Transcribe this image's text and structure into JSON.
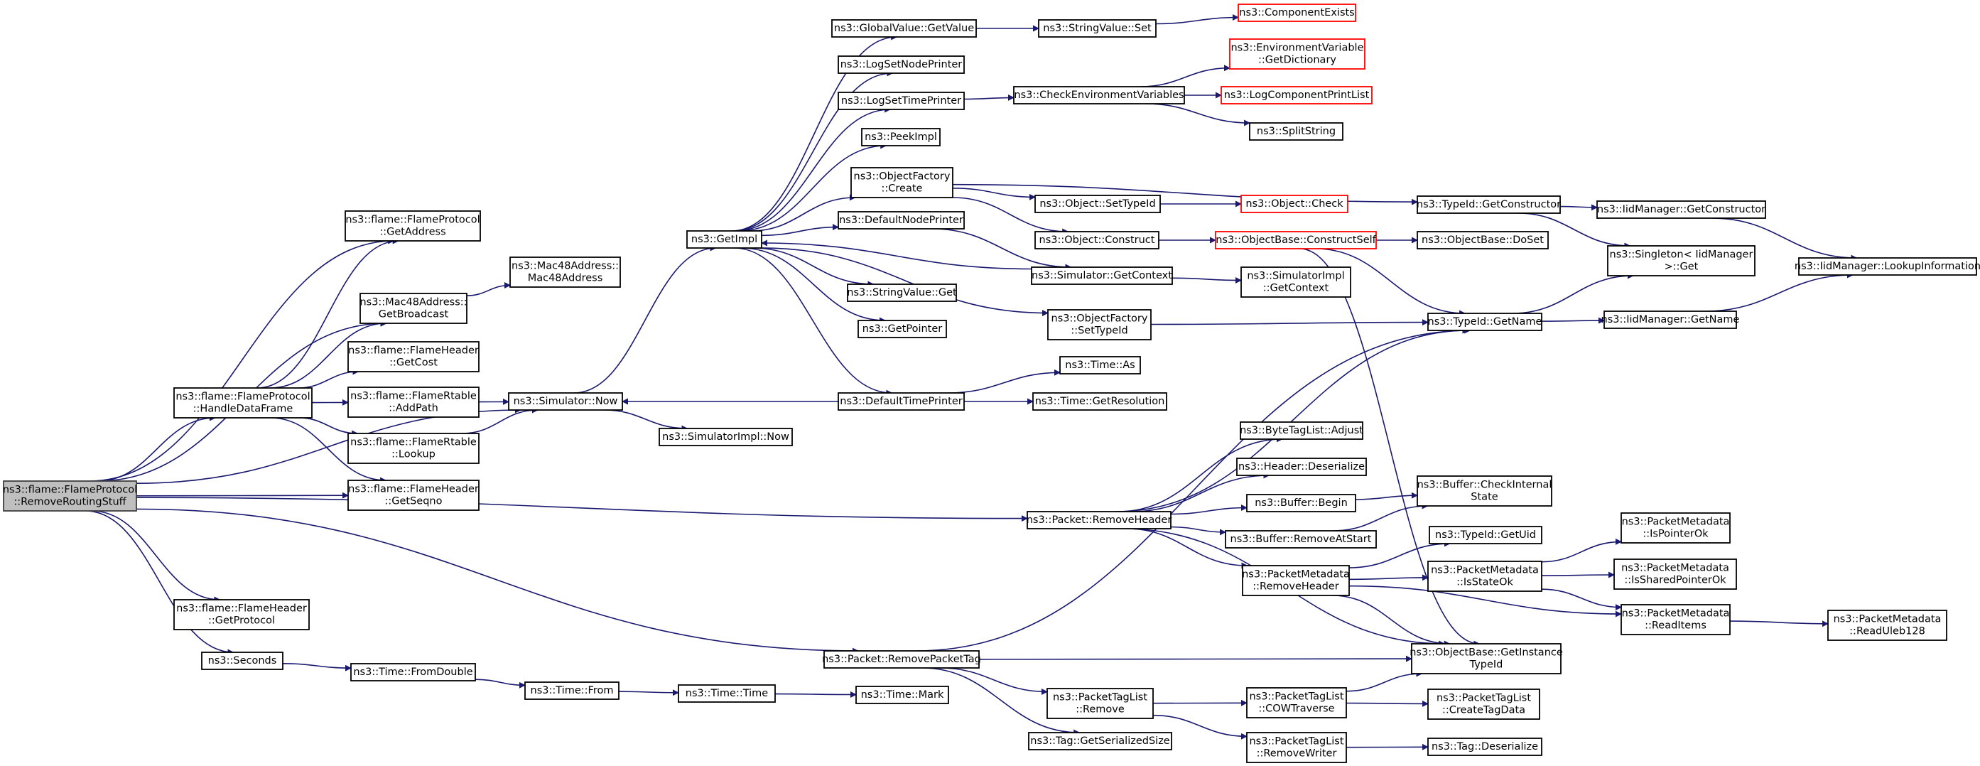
{
  "diagram": {
    "type": "call-graph",
    "nodes": [
      {
        "id": "root",
        "label": "ns3::flame::FlameProtocol\n::RemoveRoutingStuff",
        "style": "root"
      },
      {
        "id": "getAddress",
        "label": "ns3::flame::FlameProtocol\n::GetAddress"
      },
      {
        "id": "getBroadcast",
        "label": "ns3::Mac48Address::\nGetBroadcast"
      },
      {
        "id": "mac48Address",
        "label": "ns3::Mac48Address::\nMac48Address"
      },
      {
        "id": "handleDataFrame",
        "label": "ns3::flame::FlameProtocol\n::HandleDataFrame"
      },
      {
        "id": "getCost",
        "label": "ns3::flame::FlameHeader\n::GetCost"
      },
      {
        "id": "addPath",
        "label": "ns3::flame::FlameRtable\n::AddPath"
      },
      {
        "id": "lookup",
        "label": "ns3::flame::FlameRtable\n::Lookup"
      },
      {
        "id": "getSeqno",
        "label": "ns3::flame::FlameHeader\n::GetSeqno"
      },
      {
        "id": "getProtocol",
        "label": "ns3::flame::FlameHeader\n::GetProtocol"
      },
      {
        "id": "seconds",
        "label": "ns3::Seconds"
      },
      {
        "id": "fromDouble",
        "label": "ns3::Time::FromDouble"
      },
      {
        "id": "timeFrom",
        "label": "ns3::Time::From"
      },
      {
        "id": "timeTime",
        "label": "ns3::Time::Time"
      },
      {
        "id": "timeMark",
        "label": "ns3::Time::Mark"
      },
      {
        "id": "simNow",
        "label": "ns3::Simulator::Now"
      },
      {
        "id": "simImplNow",
        "label": "ns3::SimulatorImpl::Now"
      },
      {
        "id": "getImpl",
        "label": "ns3::GetImpl"
      },
      {
        "id": "gvGetValue",
        "label": "ns3::GlobalValue::GetValue"
      },
      {
        "id": "svSet",
        "label": "ns3::StringValue::Set"
      },
      {
        "id": "logSetNodePrinter",
        "label": "ns3::LogSetNodePrinter"
      },
      {
        "id": "logSetTimePrinter",
        "label": "ns3::LogSetTimePrinter"
      },
      {
        "id": "checkEnv",
        "label": "ns3::CheckEnvironmentVariables"
      },
      {
        "id": "componentExists",
        "label": "ns3::ComponentExists",
        "style": "red"
      },
      {
        "id": "envGetDict",
        "label": "ns3::EnvironmentVariable\n::GetDictionary",
        "style": "red"
      },
      {
        "id": "logCompPrintList",
        "label": "ns3::LogComponentPrintList",
        "style": "red"
      },
      {
        "id": "splitString",
        "label": "ns3::SplitString"
      },
      {
        "id": "peekImpl",
        "label": "ns3::PeekImpl"
      },
      {
        "id": "ofCreate",
        "label": "ns3::ObjectFactory\n::Create"
      },
      {
        "id": "defaultNodePrinter",
        "label": "ns3::DefaultNodePrinter"
      },
      {
        "id": "svGet",
        "label": "ns3::StringValue::Get"
      },
      {
        "id": "getPointer",
        "label": "ns3::GetPointer"
      },
      {
        "id": "defaultTimePrinter",
        "label": "ns3::DefaultTimePrinter"
      },
      {
        "id": "objSetTypeId",
        "label": "ns3::Object::SetTypeId"
      },
      {
        "id": "objCheck",
        "label": "ns3::Object::Check",
        "style": "red"
      },
      {
        "id": "objConstruct",
        "label": "ns3::Object::Construct"
      },
      {
        "id": "constructSelf",
        "label": "ns3::ObjectBase::ConstructSelf",
        "style": "red"
      },
      {
        "id": "doSet",
        "label": "ns3::ObjectBase::DoSet"
      },
      {
        "id": "simGetContext",
        "label": "ns3::Simulator::GetContext"
      },
      {
        "id": "simImplGetContext",
        "label": "ns3::SimulatorImpl\n::GetContext"
      },
      {
        "id": "ofSetTypeId",
        "label": "ns3::ObjectFactory\n::SetTypeId"
      },
      {
        "id": "timeAs",
        "label": "ns3::Time::As"
      },
      {
        "id": "getResolution",
        "label": "ns3::Time::GetResolution"
      },
      {
        "id": "tidGetConstructor",
        "label": "ns3::TypeId::GetConstructor"
      },
      {
        "id": "iidGetConstructor",
        "label": "ns3::IidManager::GetConstructor"
      },
      {
        "id": "singletonGet",
        "label": "ns3::Singleton< IidManager\n>::Get"
      },
      {
        "id": "lookupInfo",
        "label": "ns3::IidManager::LookupInformation"
      },
      {
        "id": "tidGetName",
        "label": "ns3::TypeId::GetName"
      },
      {
        "id": "iidGetName",
        "label": "ns3::IidManager::GetName"
      },
      {
        "id": "removeHeader",
        "label": "ns3::Packet::RemoveHeader"
      },
      {
        "id": "btlAdjust",
        "label": "ns3::ByteTagList::Adjust"
      },
      {
        "id": "hdrDeserialize",
        "label": "ns3::Header::Deserialize"
      },
      {
        "id": "bufBegin",
        "label": "ns3::Buffer::Begin"
      },
      {
        "id": "bufCheckInternal",
        "label": "ns3::Buffer::CheckInternal\nState"
      },
      {
        "id": "bufRemoveAtStart",
        "label": "ns3::Buffer::RemoveAtStart"
      },
      {
        "id": "tidGetUid",
        "label": "ns3::TypeId::GetUid"
      },
      {
        "id": "pmRemoveHeader",
        "label": "ns3::PacketMetadata\n::RemoveHeader"
      },
      {
        "id": "pmIsStateOk",
        "label": "ns3::PacketMetadata\n::IsStateOk"
      },
      {
        "id": "pmIsPointerOk",
        "label": "ns3::PacketMetadata\n::IsPointerOk"
      },
      {
        "id": "pmIsSharedPointerOk",
        "label": "ns3::PacketMetadata\n::IsSharedPointerOk"
      },
      {
        "id": "pmReadItems",
        "label": "ns3::PacketMetadata\n::ReadItems"
      },
      {
        "id": "pmReadUleb",
        "label": "ns3::PacketMetadata\n::ReadUleb128"
      },
      {
        "id": "getInstanceTypeId",
        "label": "ns3::ObjectBase::GetInstance\nTypeId"
      },
      {
        "id": "removePacketTag",
        "label": "ns3::Packet::RemovePacketTag"
      },
      {
        "id": "ptlRemove",
        "label": "ns3::PacketTagList\n::Remove"
      },
      {
        "id": "tagGetSerSize",
        "label": "ns3::Tag::GetSerializedSize"
      },
      {
        "id": "ptlCOWTraverse",
        "label": "ns3::PacketTagList\n::COWTraverse"
      },
      {
        "id": "ptlCreateTagData",
        "label": "ns3::PacketTagList\n::CreateTagData"
      },
      {
        "id": "ptlRemoveWriter",
        "label": "ns3::PacketTagList\n::RemoveWriter"
      },
      {
        "id": "tagDeserialize",
        "label": "ns3::Tag::Deserialize"
      }
    ],
    "edges": [
      [
        "root",
        "getAddress"
      ],
      [
        "root",
        "getBroadcast"
      ],
      [
        "root",
        "handleDataFrame"
      ],
      [
        "root",
        "simNow"
      ],
      [
        "root",
        "getSeqno"
      ],
      [
        "root",
        "removeHeader"
      ],
      [
        "root",
        "removePacketTag"
      ],
      [
        "root",
        "getProtocol"
      ],
      [
        "root",
        "seconds"
      ],
      [
        "handleDataFrame",
        "getAddress"
      ],
      [
        "handleDataFrame",
        "getBroadcast"
      ],
      [
        "handleDataFrame",
        "getCost"
      ],
      [
        "handleDataFrame",
        "addPath"
      ],
      [
        "handleDataFrame",
        "lookup"
      ],
      [
        "handleDataFrame",
        "getSeqno"
      ],
      [
        "getBroadcast",
        "mac48Address"
      ],
      [
        "addPath",
        "simNow"
      ],
      [
        "lookup",
        "simNow"
      ],
      [
        "simNow",
        "getImpl"
      ],
      [
        "simNow",
        "simImplNow"
      ],
      [
        "getImpl",
        "gvGetValue"
      ],
      [
        "getImpl",
        "logSetNodePrinter"
      ],
      [
        "getImpl",
        "logSetTimePrinter"
      ],
      [
        "getImpl",
        "peekImpl"
      ],
      [
        "getImpl",
        "ofCreate"
      ],
      [
        "getImpl",
        "defaultNodePrinter"
      ],
      [
        "getImpl",
        "svGet"
      ],
      [
        "getImpl",
        "getPointer"
      ],
      [
        "getImpl",
        "ofSetTypeId"
      ],
      [
        "getImpl",
        "defaultTimePrinter"
      ],
      [
        "gvGetValue",
        "svSet"
      ],
      [
        "svSet",
        "componentExists"
      ],
      [
        "logSetTimePrinter",
        "checkEnv"
      ],
      [
        "checkEnv",
        "envGetDict"
      ],
      [
        "checkEnv",
        "logCompPrintList"
      ],
      [
        "checkEnv",
        "splitString"
      ],
      [
        "ofCreate",
        "tidGetConstructor"
      ],
      [
        "ofCreate",
        "objSetTypeId"
      ],
      [
        "ofCreate",
        "objConstruct"
      ],
      [
        "objSetTypeId",
        "objCheck"
      ],
      [
        "objConstruct",
        "constructSelf"
      ],
      [
        "constructSelf",
        "doSet"
      ],
      [
        "constructSelf",
        "tidGetName"
      ],
      [
        "constructSelf",
        "getInstanceTypeId"
      ],
      [
        "defaultNodePrinter",
        "simGetContext"
      ],
      [
        "simGetContext",
        "getImpl"
      ],
      [
        "simGetContext",
        "simImplGetContext"
      ],
      [
        "ofSetTypeId",
        "tidGetName"
      ],
      [
        "defaultTimePrinter",
        "simNow"
      ],
      [
        "defaultTimePrinter",
        "timeAs"
      ],
      [
        "defaultTimePrinter",
        "getResolution"
      ],
      [
        "tidGetConstructor",
        "iidGetConstructor"
      ],
      [
        "tidGetConstructor",
        "singletonGet"
      ],
      [
        "iidGetConstructor",
        "lookupInfo"
      ],
      [
        "tidGetName",
        "singletonGet"
      ],
      [
        "tidGetName",
        "iidGetName"
      ],
      [
        "iidGetName",
        "lookupInfo"
      ],
      [
        "removeHeader",
        "tidGetName"
      ],
      [
        "removeHeader",
        "btlAdjust"
      ],
      [
        "removeHeader",
        "hdrDeserialize"
      ],
      [
        "removeHeader",
        "bufBegin"
      ],
      [
        "removeHeader",
        "bufRemoveAtStart"
      ],
      [
        "removeHeader",
        "pmRemoveHeader"
      ],
      [
        "removeHeader",
        "getInstanceTypeId"
      ],
      [
        "bufBegin",
        "bufCheckInternal"
      ],
      [
        "bufRemoveAtStart",
        "bufCheckInternal"
      ],
      [
        "pmRemoveHeader",
        "tidGetUid"
      ],
      [
        "pmRemoveHeader",
        "pmIsStateOk"
      ],
      [
        "pmRemoveHeader",
        "pmReadItems"
      ],
      [
        "pmRemoveHeader",
        "getInstanceTypeId"
      ],
      [
        "pmIsStateOk",
        "pmIsPointerOk"
      ],
      [
        "pmIsStateOk",
        "pmIsSharedPointerOk"
      ],
      [
        "pmIsStateOk",
        "pmReadItems"
      ],
      [
        "pmReadItems",
        "pmReadUleb"
      ],
      [
        "removePacketTag",
        "tidGetName"
      ],
      [
        "removePacketTag",
        "getInstanceTypeId"
      ],
      [
        "removePacketTag",
        "ptlRemove"
      ],
      [
        "removePacketTag",
        "tagGetSerSize"
      ],
      [
        "ptlRemove",
        "ptlCOWTraverse"
      ],
      [
        "ptlRemove",
        "ptlRemoveWriter"
      ],
      [
        "ptlCOWTraverse",
        "getInstanceTypeId"
      ],
      [
        "ptlCOWTraverse",
        "ptlCreateTagData"
      ],
      [
        "ptlRemoveWriter",
        "tagDeserialize"
      ],
      [
        "seconds",
        "fromDouble"
      ],
      [
        "fromDouble",
        "timeFrom"
      ],
      [
        "timeFrom",
        "timeTime"
      ],
      [
        "timeTime",
        "timeMark"
      ]
    ]
  }
}
